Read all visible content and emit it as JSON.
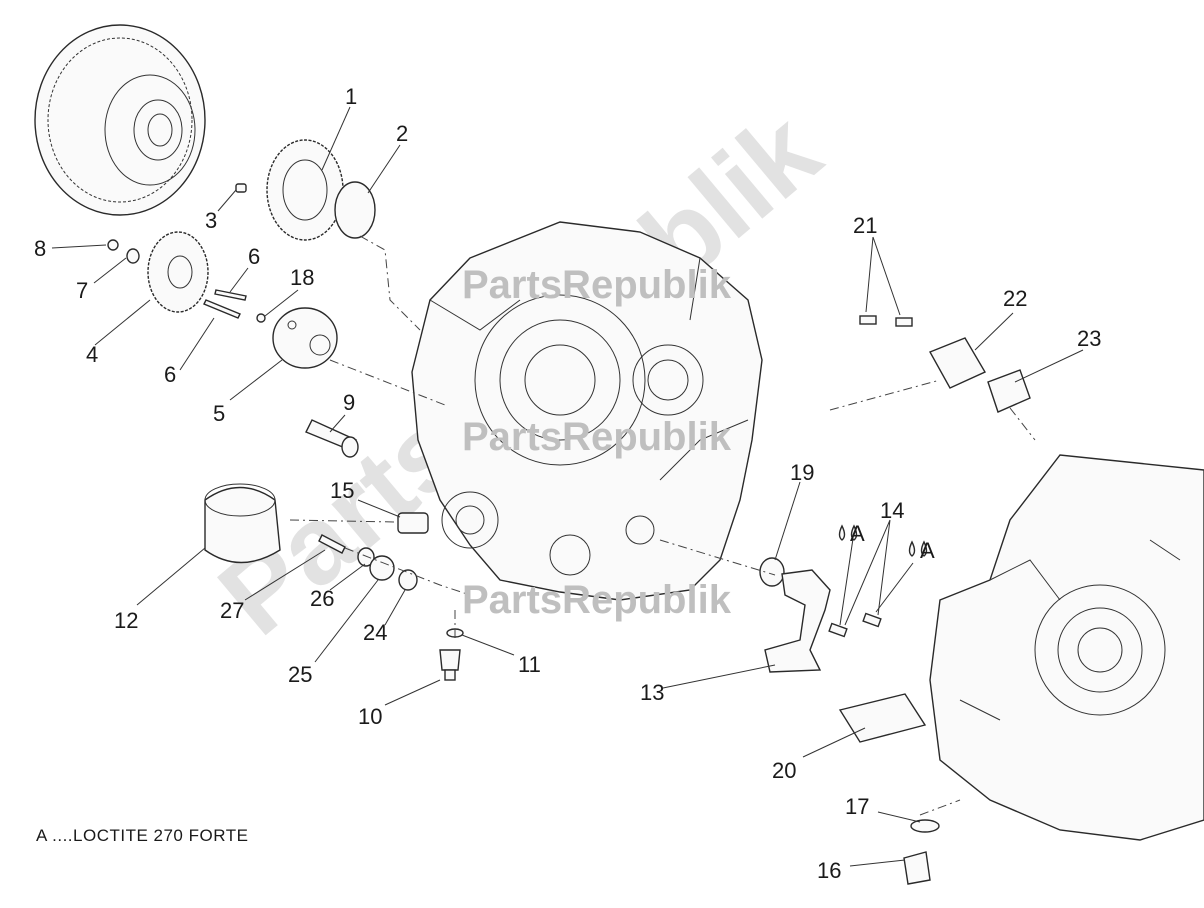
{
  "watermark": {
    "text": "PartsRepublik",
    "diagonal_text": "PartsRepublik"
  },
  "callouts": [
    "1",
    "2",
    "3",
    "4",
    "5",
    "6",
    "6",
    "7",
    "8",
    "9",
    "10",
    "11",
    "12",
    "13",
    "14",
    "15",
    "16",
    "17",
    "18",
    "19",
    "20",
    "21",
    "22",
    "23",
    "24",
    "25",
    "26",
    "27"
  ],
  "markers": {
    "a_left": "A",
    "a_right": "A"
  },
  "note": {
    "text": "A ....LOCTITE 270 FORTE"
  }
}
